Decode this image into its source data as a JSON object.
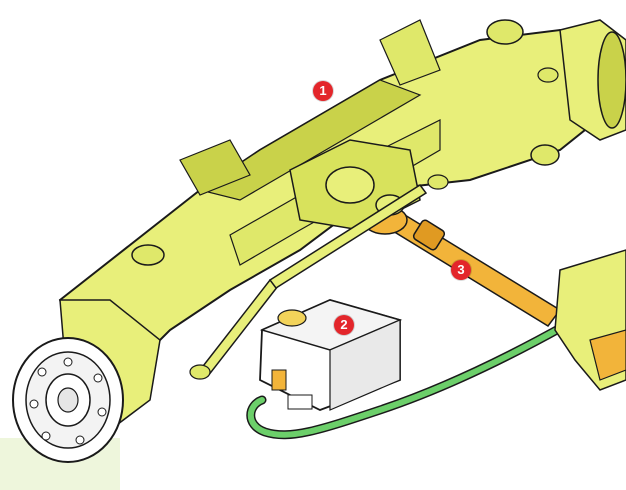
{
  "colors": {
    "axle_body": "#e8ef7a",
    "axle_shade": "#c9d24a",
    "drive_shaft": "#f2b43a",
    "hose": "#6ccf6a",
    "marker": "#e3262b",
    "outline": "#1a1a1a",
    "corner_tint": "#eef6dc"
  },
  "callouts": [
    {
      "number": "1"
    },
    {
      "number": "2"
    },
    {
      "number": "3"
    }
  ]
}
